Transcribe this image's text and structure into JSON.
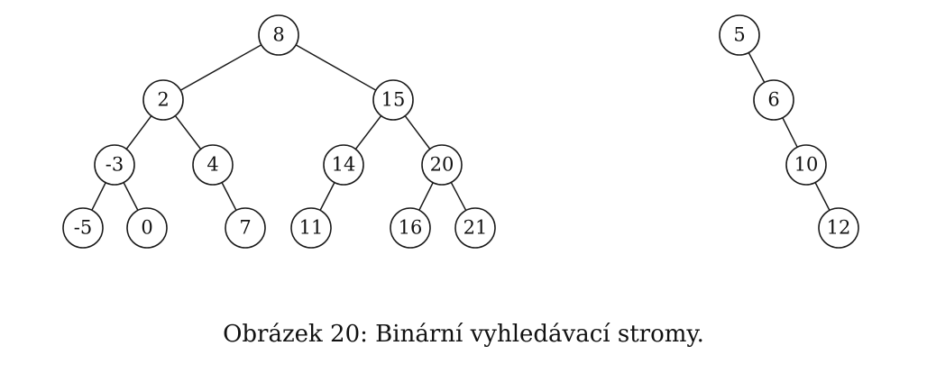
{
  "caption": "Obrázek 20: Binární vyhledávací stromy.",
  "trees": [
    {
      "nodes": [
        {
          "id": "n8",
          "label": "8"
        },
        {
          "id": "n2",
          "label": "2"
        },
        {
          "id": "n15",
          "label": "15"
        },
        {
          "id": "nm3",
          "label": "-3"
        },
        {
          "id": "n4",
          "label": "4"
        },
        {
          "id": "n14",
          "label": "14"
        },
        {
          "id": "n20",
          "label": "20"
        },
        {
          "id": "nm5",
          "label": "-5"
        },
        {
          "id": "n0",
          "label": "0"
        },
        {
          "id": "n7",
          "label": "7"
        },
        {
          "id": "n11",
          "label": "11"
        },
        {
          "id": "n16",
          "label": "16"
        },
        {
          "id": "n21",
          "label": "21"
        }
      ],
      "edges": [
        [
          "n8",
          "n2"
        ],
        [
          "n8",
          "n15"
        ],
        [
          "n2",
          "nm3"
        ],
        [
          "n2",
          "n4"
        ],
        [
          "n15",
          "n14"
        ],
        [
          "n15",
          "n20"
        ],
        [
          "nm3",
          "nm5"
        ],
        [
          "nm3",
          "n0"
        ],
        [
          "n4",
          "n7"
        ],
        [
          "n14",
          "n11"
        ],
        [
          "n20",
          "n16"
        ],
        [
          "n20",
          "n21"
        ]
      ]
    },
    {
      "nodes": [
        {
          "id": "r5",
          "label": "5"
        },
        {
          "id": "r6",
          "label": "6"
        },
        {
          "id": "r10",
          "label": "10"
        },
        {
          "id": "r12",
          "label": "12"
        }
      ],
      "edges": [
        [
          "r5",
          "r6"
        ],
        [
          "r6",
          "r10"
        ],
        [
          "r10",
          "r12"
        ]
      ]
    }
  ]
}
